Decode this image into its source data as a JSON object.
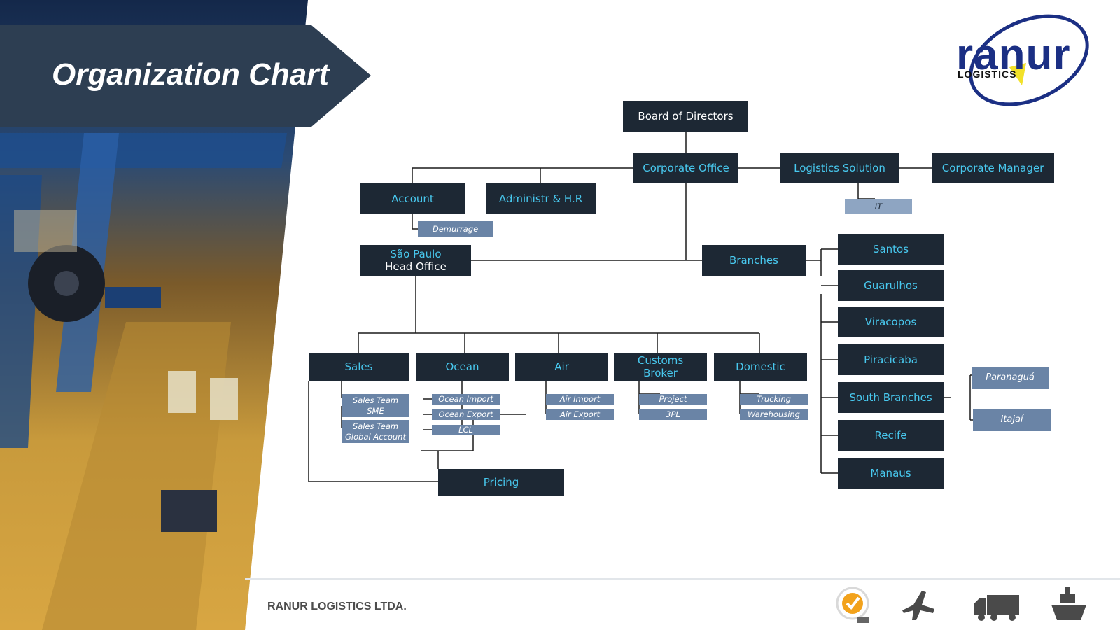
{
  "header": {
    "title": "Organization Chart"
  },
  "logo": {
    "name": "ranur",
    "subtitle": "LOGISTICS"
  },
  "org": {
    "board": "Board of Directors",
    "corporate_office": "Corporate Office",
    "logistics_solution": "Logistics Solution",
    "corporate_manager": "Corporate Manager",
    "it": "IT",
    "account": "Account",
    "admin_hr": "Administr & H.R",
    "demurrage": "Demurrage",
    "head_office_line1": "São Paulo",
    "head_office_line2": "Head Office",
    "branches": "Branches",
    "branch_list": [
      "Santos",
      "Guarulhos",
      "Viracopos",
      "Piracicaba",
      "South Branches",
      "Recife",
      "Manaus"
    ],
    "south_sub": [
      "Paranaguá",
      "Itajaí"
    ],
    "departments": {
      "sales": "Sales",
      "ocean": "Ocean",
      "air": "Air",
      "customs_line1": "Customs",
      "customs_line2": "Broker",
      "domestic": "Domestic"
    },
    "sales_sub": [
      {
        "line1": "Sales Team",
        "line2": "SME"
      },
      {
        "line1": "Sales Team",
        "line2": "Global Account"
      }
    ],
    "ocean_sub": [
      "Ocean Import",
      "Ocean Export",
      "LCL"
    ],
    "air_sub": [
      "Air Import",
      "Air Export"
    ],
    "customs_sub": [
      "Project",
      "3PL"
    ],
    "domestic_sub": [
      "Trucking",
      "Warehousing"
    ],
    "pricing": "Pricing"
  },
  "footer": {
    "company": "RANUR LOGISTICS LTDA.",
    "icons": [
      "sgs-certification-icon",
      "airplane-icon",
      "truck-icon",
      "ship-icon"
    ]
  }
}
